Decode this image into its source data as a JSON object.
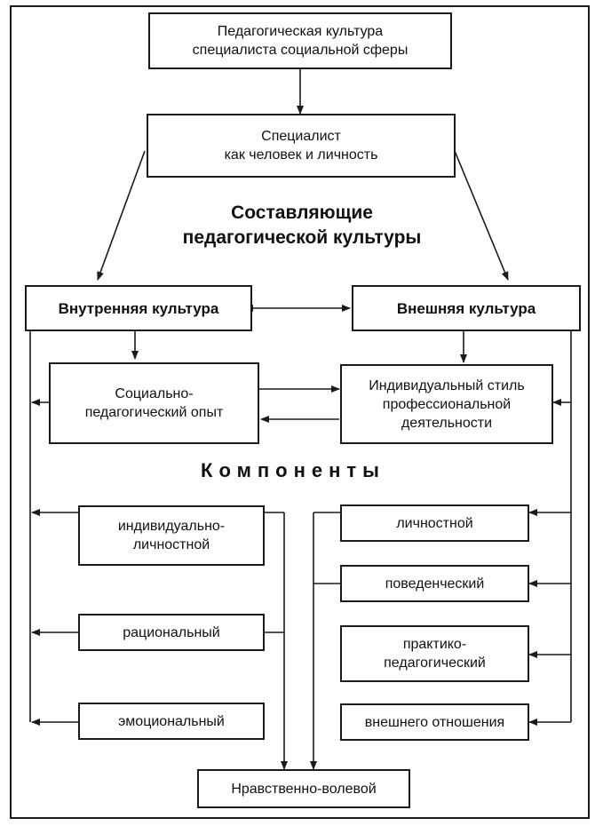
{
  "diagram": {
    "top": {
      "line1": "Педагогическая культура",
      "line2": "специалиста социальной сферы"
    },
    "specialist": {
      "line1": "Специалист",
      "line2": "как человек и личность"
    },
    "heading": {
      "line1": "Составляющие",
      "line2": "педагогической культуры"
    },
    "internal_culture": "Внутренняя культура",
    "external_culture": "Внешняя культура",
    "social_experience": {
      "line1": "Социально-",
      "line2": "педагогический опыт"
    },
    "individual_style": {
      "line1": "Индивидуальный стиль",
      "line2": "профессиональной",
      "line3": "деятельности"
    },
    "components_title": "Компоненты",
    "left_components": {
      "individual": {
        "line1": "индивидуально-",
        "line2": "личностной"
      },
      "rational": "рациональный",
      "emotional": "эмоциональный"
    },
    "right_components": {
      "personal": "личностной",
      "behavioral": "поведенческий",
      "practical": {
        "line1": "практико-",
        "line2": "педагогический"
      },
      "external_relation": "внешнего отношения"
    },
    "bottom": "Нравственно-волевой"
  }
}
